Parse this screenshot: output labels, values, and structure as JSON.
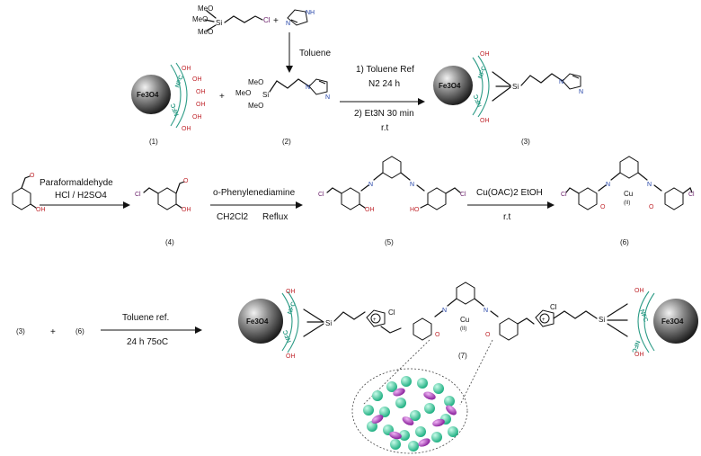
{
  "reactants": {
    "silane_group": [
      "MeO",
      "MeO",
      "MeO",
      "Si",
      "Cl"
    ],
    "imidazole_atoms": [
      "N",
      "NH"
    ],
    "plus": "+"
  },
  "step1": {
    "toluene": "Toluene",
    "compound1_label": "(1)",
    "compound2_label": "(2)",
    "compound3_label": "(3)",
    "core": "Fe3O4",
    "nfc": "NFC",
    "oh": "OH",
    "conditions_a": "1) Toluene  Ref",
    "conditions_b": "N2  24 h",
    "conditions_c": "2) Et3N   30 min",
    "conditions_d": "r.t"
  },
  "step2": {
    "reagent_a": "Paraformaldehyde",
    "reagent_b": "HCl / H2SO4",
    "compound4_label": "(4)",
    "reagent_c": "o-Phenylenediamine",
    "solvent_c": "CH2Cl2",
    "cond_c": "Reflux",
    "compound5_label": "(5)",
    "reagent_d": "Cu(OAC)2  EtOH",
    "cond_d": "r.t",
    "compound6_label": "(6)",
    "cu": "Cu",
    "cu_ox": "(II)"
  },
  "step3": {
    "left_a": "(3)",
    "plus": "+",
    "left_b": "(6)",
    "cond_a": "Toluene ref.",
    "cond_b": "24 h 75oC",
    "compound7_label": "(7)",
    "cl_minus": "Cl"
  },
  "colors": {
    "nfc": "#2e9c87",
    "oxygen": "#c0282e",
    "nitrogen": "#1f3fa6",
    "chlorine": "#6a1f6a",
    "green_particle": "#3cd6a8",
    "purple_particle": "#b13fc0"
  }
}
